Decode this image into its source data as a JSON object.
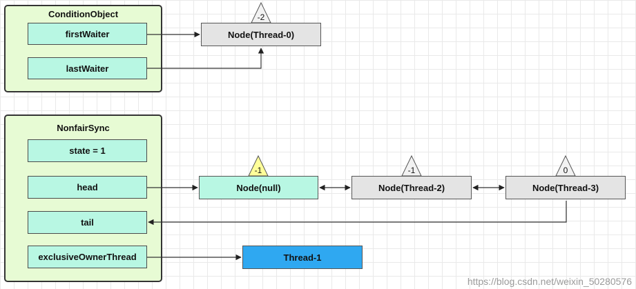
{
  "condition_object": {
    "title": "ConditionObject",
    "fields": [
      "firstWaiter",
      "lastWaiter"
    ]
  },
  "nonfair_sync": {
    "title": "NonfairSync",
    "fields": [
      "state = 1",
      "head",
      "tail",
      "exclusiveOwnerThread"
    ]
  },
  "nodes": {
    "thread0": {
      "label": "Node(Thread-0)",
      "status": "-2",
      "color": "#e4e4e4"
    },
    "null_node": {
      "label": "Node(null)",
      "status": "-1",
      "color": "#b8f7e3",
      "status_color": "#ffff99"
    },
    "thread2": {
      "label": "Node(Thread-2)",
      "status": "-1",
      "color": "#e4e4e4"
    },
    "thread3": {
      "label": "Node(Thread-3)",
      "status": "0",
      "color": "#e4e4e4"
    },
    "thread1": {
      "label": "Thread-1",
      "color": "#2fa8f1"
    }
  },
  "watermark": "https://blog.csdn.net/weixin_50280576"
}
